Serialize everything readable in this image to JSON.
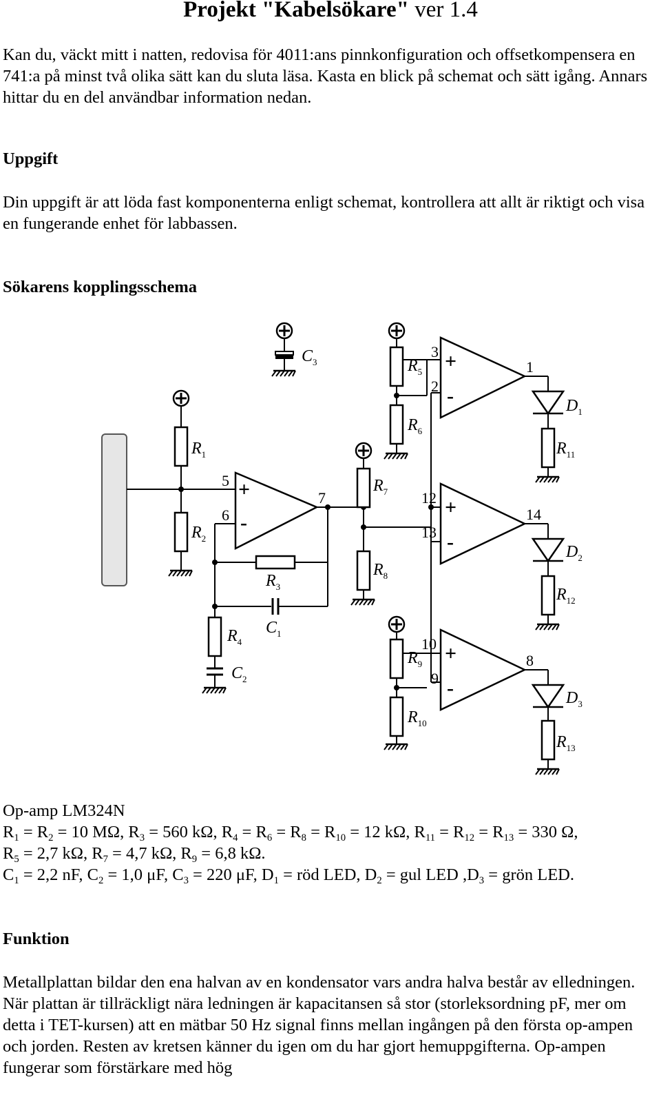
{
  "title": {
    "main": "Projekt \"Kabelsökare\"",
    "version": " ver 1.4"
  },
  "intro": "Kan du, väckt mitt i natten, redovisa för 4011:ans pinnkonfiguration och offsetkompensera en 741:a på minst två olika sätt kan du sluta läsa. Kasta en blick på schemat och sätt igång. Annars hittar du en del användbar information nedan.",
  "uppgift": {
    "heading": "Uppgift",
    "text": "Din uppgift är att löda fast komponenterna enligt schemat, kontrollera att allt är riktigt och visa en fungerande enhet för labbassen."
  },
  "schematic": {
    "heading": "Sökarens kopplingsschema",
    "labels": {
      "C3": {
        "n": "C",
        "s": "3"
      },
      "R1": {
        "n": "R",
        "s": "1"
      },
      "R2": {
        "n": "R",
        "s": "2"
      },
      "R3": {
        "n": "R",
        "s": "3"
      },
      "R4": {
        "n": "R",
        "s": "4"
      },
      "C1": {
        "n": "C",
        "s": "1"
      },
      "C2": {
        "n": "C",
        "s": "2"
      },
      "R5": {
        "n": "R",
        "s": "5"
      },
      "R6": {
        "n": "R",
        "s": "6"
      },
      "R7": {
        "n": "R",
        "s": "7"
      },
      "R8": {
        "n": "R",
        "s": "8"
      },
      "R9": {
        "n": "R",
        "s": "9"
      },
      "R10": {
        "n": "R",
        "s": "10"
      },
      "R11": {
        "n": "R",
        "s": "11"
      },
      "R12": {
        "n": "R",
        "s": "12"
      },
      "R13": {
        "n": "R",
        "s": "13"
      },
      "D1": {
        "n": "D",
        "s": "1"
      },
      "D2": {
        "n": "D",
        "s": "2"
      },
      "D3": {
        "n": "D",
        "s": "3"
      }
    },
    "pins": {
      "p5": "5",
      "p6": "6",
      "p7": "7",
      "p3": "3",
      "p2": "2",
      "p1": "1",
      "p12": "12",
      "p13": "13",
      "p14": "14",
      "p10": "10",
      "p9": "9",
      "p8": "8"
    },
    "plus": "+",
    "minus": "-"
  },
  "components": {
    "opamp": "Op-amp LM324N",
    "line1": [
      {
        "t": "R"
      },
      {
        "s": "1"
      },
      {
        "t": " = R"
      },
      {
        "s": "2"
      },
      {
        "t": " = 10 MΩ, R"
      },
      {
        "s": "3"
      },
      {
        "t": " = 560 kΩ, R"
      },
      {
        "s": "4"
      },
      {
        "t": " = R"
      },
      {
        "s": "6"
      },
      {
        "t": " = R"
      },
      {
        "s": "8"
      },
      {
        "t": " = R"
      },
      {
        "s": "10"
      },
      {
        "t": " = 12 kΩ, R"
      },
      {
        "s": "11"
      },
      {
        "t": " = R"
      },
      {
        "s": "12"
      },
      {
        "t": " = R"
      },
      {
        "s": "13"
      },
      {
        "t": " = 330 Ω,"
      }
    ],
    "line2": [
      {
        "t": "R"
      },
      {
        "s": "5"
      },
      {
        "t": " = 2,7 kΩ, R"
      },
      {
        "s": "7"
      },
      {
        "t": " = 4,7 kΩ, R"
      },
      {
        "s": "9"
      },
      {
        "t": " = 6,8 kΩ."
      }
    ],
    "line3": [
      {
        "t": "C"
      },
      {
        "s": "1"
      },
      {
        "t": " = 2,2 nF, C"
      },
      {
        "s": "2"
      },
      {
        "t": " = 1,0 μF, C"
      },
      {
        "s": "3"
      },
      {
        "t": " = 220 μF, D"
      },
      {
        "s": "1"
      },
      {
        "t": " = röd LED, D"
      },
      {
        "s": "2"
      },
      {
        "t": " = gul LED ,D"
      },
      {
        "s": "3"
      },
      {
        "t": " = grön LED."
      }
    ]
  },
  "funktion": {
    "heading": "Funktion",
    "text": "Metallplattan bildar den ena halvan av en kondensator vars andra halva består av elledningen. När plattan är tillräckligt nära ledningen är kapacitansen så stor (storleksordning pF, mer om detta i TET-kursen) att en mätbar 50 Hz signal finns mellan ingången på den första op-ampen och jorden. Resten av kretsen känner du igen om du har gjort hemuppgifterna. Op-ampen fungerar som förstärkare med hög"
  }
}
